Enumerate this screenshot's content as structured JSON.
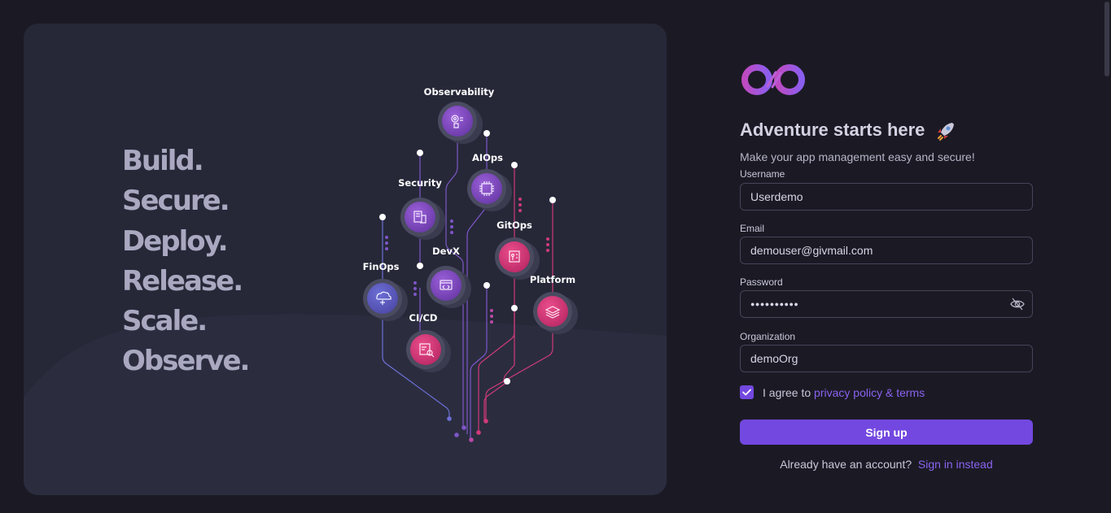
{
  "hero": {
    "tagline": [
      "Build.",
      "Secure.",
      "Deploy.",
      "Release.",
      "Scale.",
      "Observe."
    ],
    "nodes": [
      {
        "label": "Observability",
        "icon": "observability-icon"
      },
      {
        "label": "AIOps",
        "icon": "chip-icon"
      },
      {
        "label": "Security",
        "icon": "security-icon"
      },
      {
        "label": "GitOps",
        "icon": "gitops-icon"
      },
      {
        "label": "DevX",
        "icon": "code-window-icon"
      },
      {
        "label": "FinOps",
        "icon": "finops-icon"
      },
      {
        "label": "Platform",
        "icon": "platform-icon"
      },
      {
        "label": "CI/CD",
        "icon": "cicd-icon"
      }
    ]
  },
  "form": {
    "title": "Adventure starts here",
    "subtitle": "Make your app management easy and secure!",
    "username": {
      "label": "Username",
      "value": "Userdemo"
    },
    "email": {
      "label": "Email",
      "value": "demouser@givmail.com"
    },
    "password": {
      "label": "Password",
      "value": "●●●●●●●●●●"
    },
    "organization": {
      "label": "Organization",
      "value": "demoOrg"
    },
    "agree_text": "I agree to",
    "agree_link": "privacy policy & terms",
    "agree_checked": true,
    "submit_label": "Sign up",
    "have_account_text": "Already have an account?",
    "signin_link": "Sign in instead"
  },
  "colors": {
    "accent": "#7348e0",
    "purple_node": "#7a46b8",
    "pink_node": "#d13a78",
    "background": "#1b1a24",
    "panel": "#262838"
  }
}
